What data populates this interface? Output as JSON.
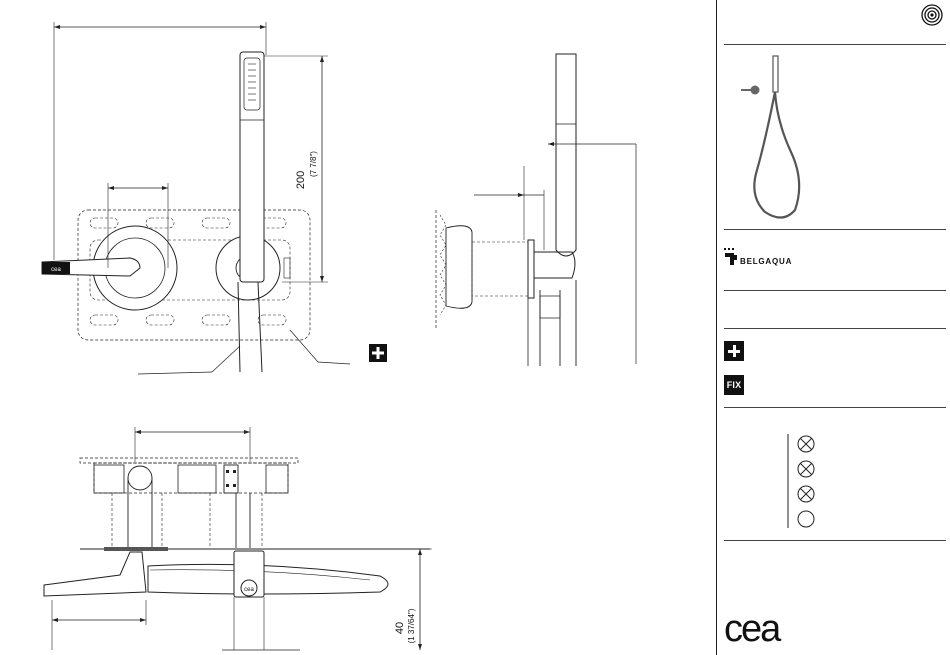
{
  "drawing": {
    "dimension_height": "200",
    "dimension_height_inch": "(7 7/8\")",
    "dimension_depth": "40",
    "dimension_depth_inch": "(1 37/64\")",
    "handle_logo_text": "cea",
    "spout_logo_text": "cea"
  },
  "sidebar": {
    "brand_name": "BELGAQUA",
    "badge_fix": "FIX",
    "logo_text": "cea",
    "flow_symbols": [
      "crossed-circle",
      "crossed-circle",
      "crossed-circle",
      "open-circle"
    ]
  }
}
